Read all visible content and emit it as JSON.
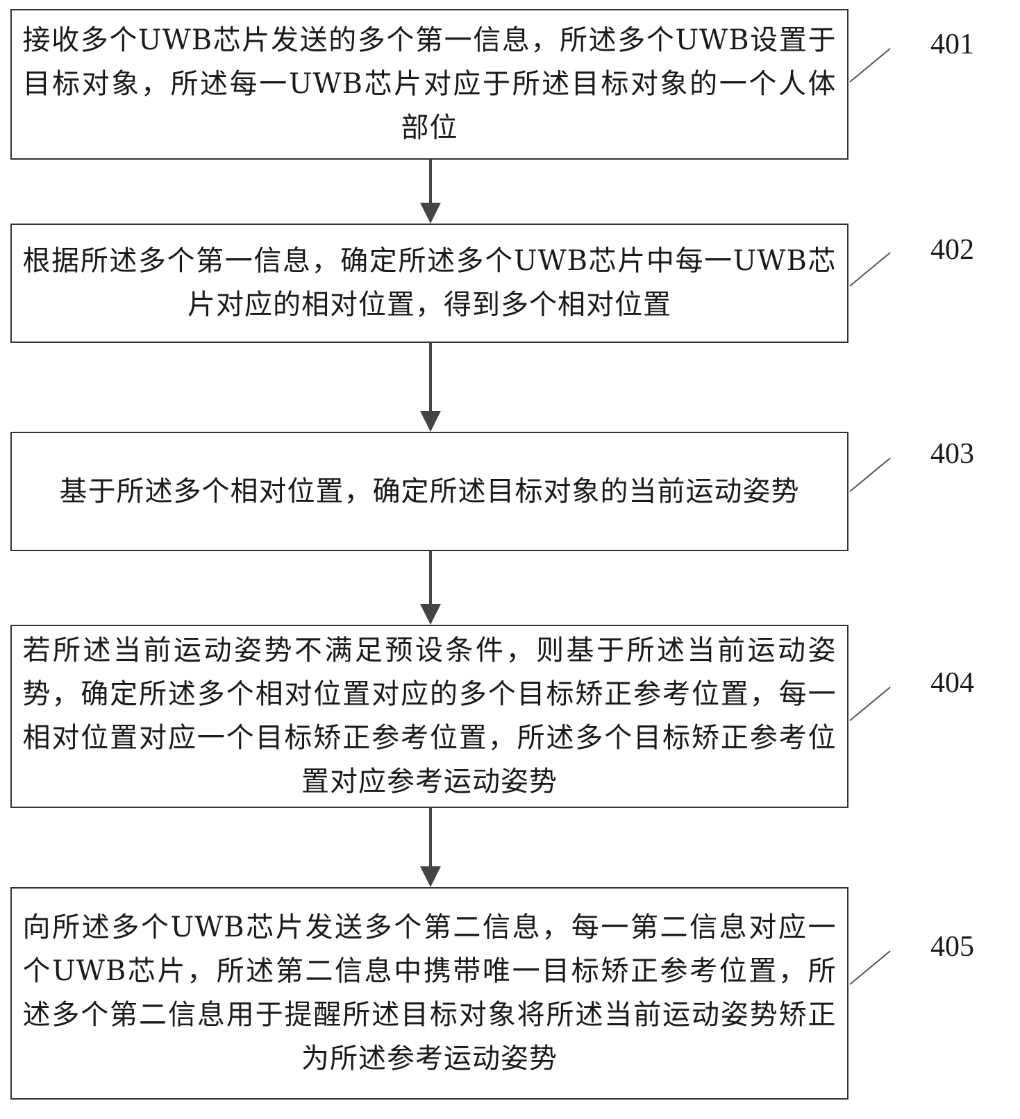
{
  "steps": [
    {
      "id": "401",
      "text": "接收多个UWB芯片发送的多个第一信息，所述多个UWB设置于目标对象，所述每一UWB芯片对应于所述目标对象的一个人体部位"
    },
    {
      "id": "402",
      "text": "根据所述多个第一信息，确定所述多个UWB芯片中每一UWB芯片对应的相对位置，得到多个相对位置"
    },
    {
      "id": "403",
      "text": "基于所述多个相对位置，确定所述目标对象的当前运动姿势"
    },
    {
      "id": "404",
      "text": "若所述当前运动姿势不满足预设条件，则基于所述当前运动姿势，确定所述多个相对位置对应的多个目标矫正参考位置，每一相对位置对应一个目标矫正参考位置，所述多个目标矫正参考位置对应参考运动姿势"
    },
    {
      "id": "405",
      "text": "向所述多个UWB芯片发送多个第二信息，每一第二信息对应一个UWB芯片，所述第二信息中携带唯一目标矫正参考位置，所述多个第二信息用于提醒所述目标对象将所述当前运动姿势矫正为所述参考运动姿势"
    }
  ]
}
